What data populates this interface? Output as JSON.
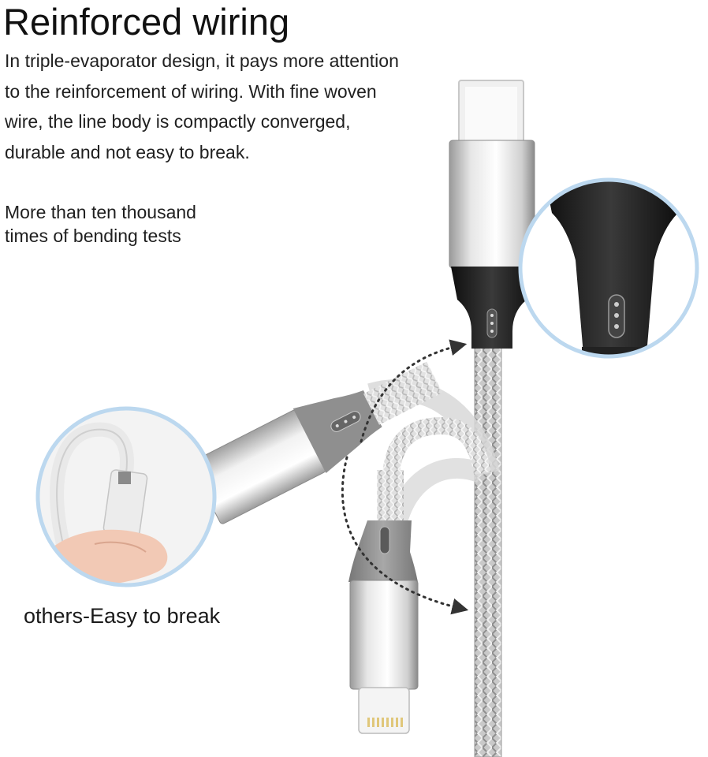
{
  "title": "Reinforced wiring",
  "description": {
    "lines": [
      "In triple-evaporator design, it pays more attention",
      "to the reinforcement of wiring. With fine woven",
      "wire, the line body is compactly converged,",
      "durable and not easy to break."
    ]
  },
  "bending": {
    "lines": [
      "More than ten thousand",
      "times of bending tests"
    ]
  },
  "comparison_caption": "others-Easy to break",
  "colors": {
    "braid": "#bdbdbd",
    "aluminum_shell": "#d9d9d9",
    "black_boot": "#1e1e1e",
    "grey_boot": "#8f8f8f",
    "magnifier_ring": "#bcd8ef",
    "dotted_arrow": "#333333"
  },
  "icons": [
    "curved-dotted-arrow-icon",
    "magnifier-circle-icon"
  ]
}
